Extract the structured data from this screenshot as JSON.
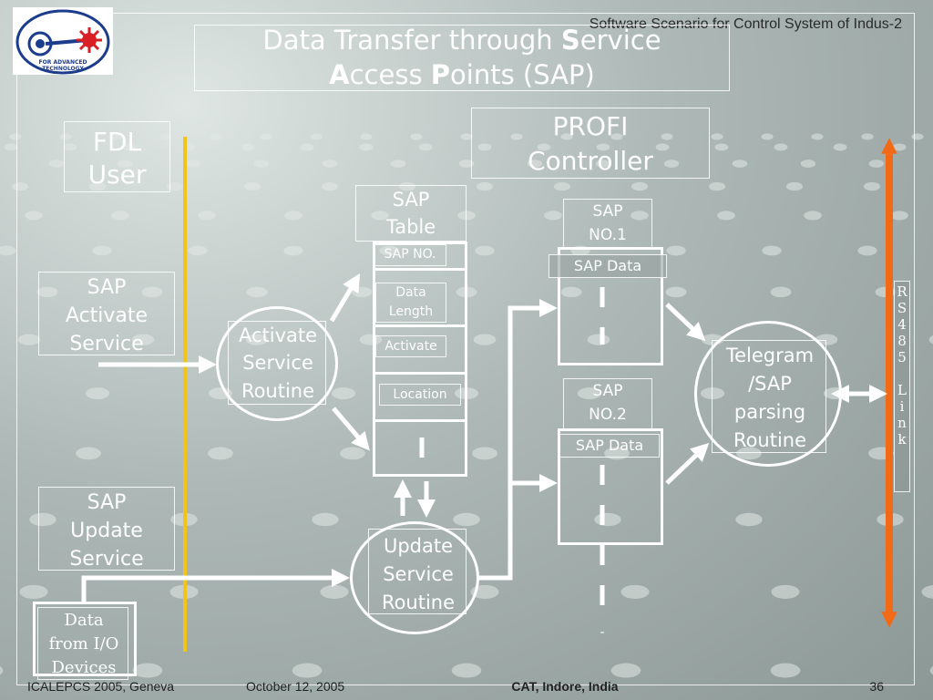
{
  "header": {
    "subtitle": "Software Scenario for Control System of Indus-2",
    "title_line1_pre": "Data Transfer through ",
    "title_line1_bold": "S",
    "title_line1_post": "ervice",
    "title_line2_a_bold": "A",
    "title_line2_a": "ccess ",
    "title_line2_p_bold": "P",
    "title_line2_p": "oints (SAP)",
    "logo_text": "FOR ADVANCED TECHNOLOGY"
  },
  "diagram": {
    "fdl_user": [
      "FDL",
      "User"
    ],
    "profi_controller": [
      "PROFI",
      "Controller"
    ],
    "sap_activate_service": [
      "SAP",
      "Activate",
      "Service"
    ],
    "sap_update_service": [
      "SAP",
      "Update",
      "Service"
    ],
    "activate_routine": [
      "Activate",
      "Service",
      "Routine"
    ],
    "update_routine": [
      "Update",
      "Service",
      "Routine"
    ],
    "sap_table": [
      "SAP",
      "Table"
    ],
    "table_fields": {
      "sap_no": "SAP NO.",
      "data_length": [
        "Data",
        "Length"
      ],
      "activate": "Activate",
      "location": "Location"
    },
    "sap_no1": [
      "SAP",
      "NO.1"
    ],
    "sap_no2": [
      "SAP",
      "NO.2"
    ],
    "sap_data_1": "SAP Data",
    "sap_data_2": "SAP Data",
    "telegram": [
      "Telegram",
      "/SAP",
      "parsing",
      "Routine"
    ],
    "data_io": [
      "Data",
      "from I/O",
      "Devices"
    ],
    "rs485": [
      "R",
      "S",
      "4",
      "8",
      "5",
      "",
      "L",
      "i",
      "n",
      "k"
    ],
    "dash_label": "-",
    "colors": {
      "link_line": "#f26a16",
      "fdl_line": "#f0c419"
    }
  },
  "footer": {
    "conference": "ICALEPCS 2005, Geneva",
    "date": "October 12, 2005",
    "org": "CAT, Indore, India",
    "page": "36"
  }
}
